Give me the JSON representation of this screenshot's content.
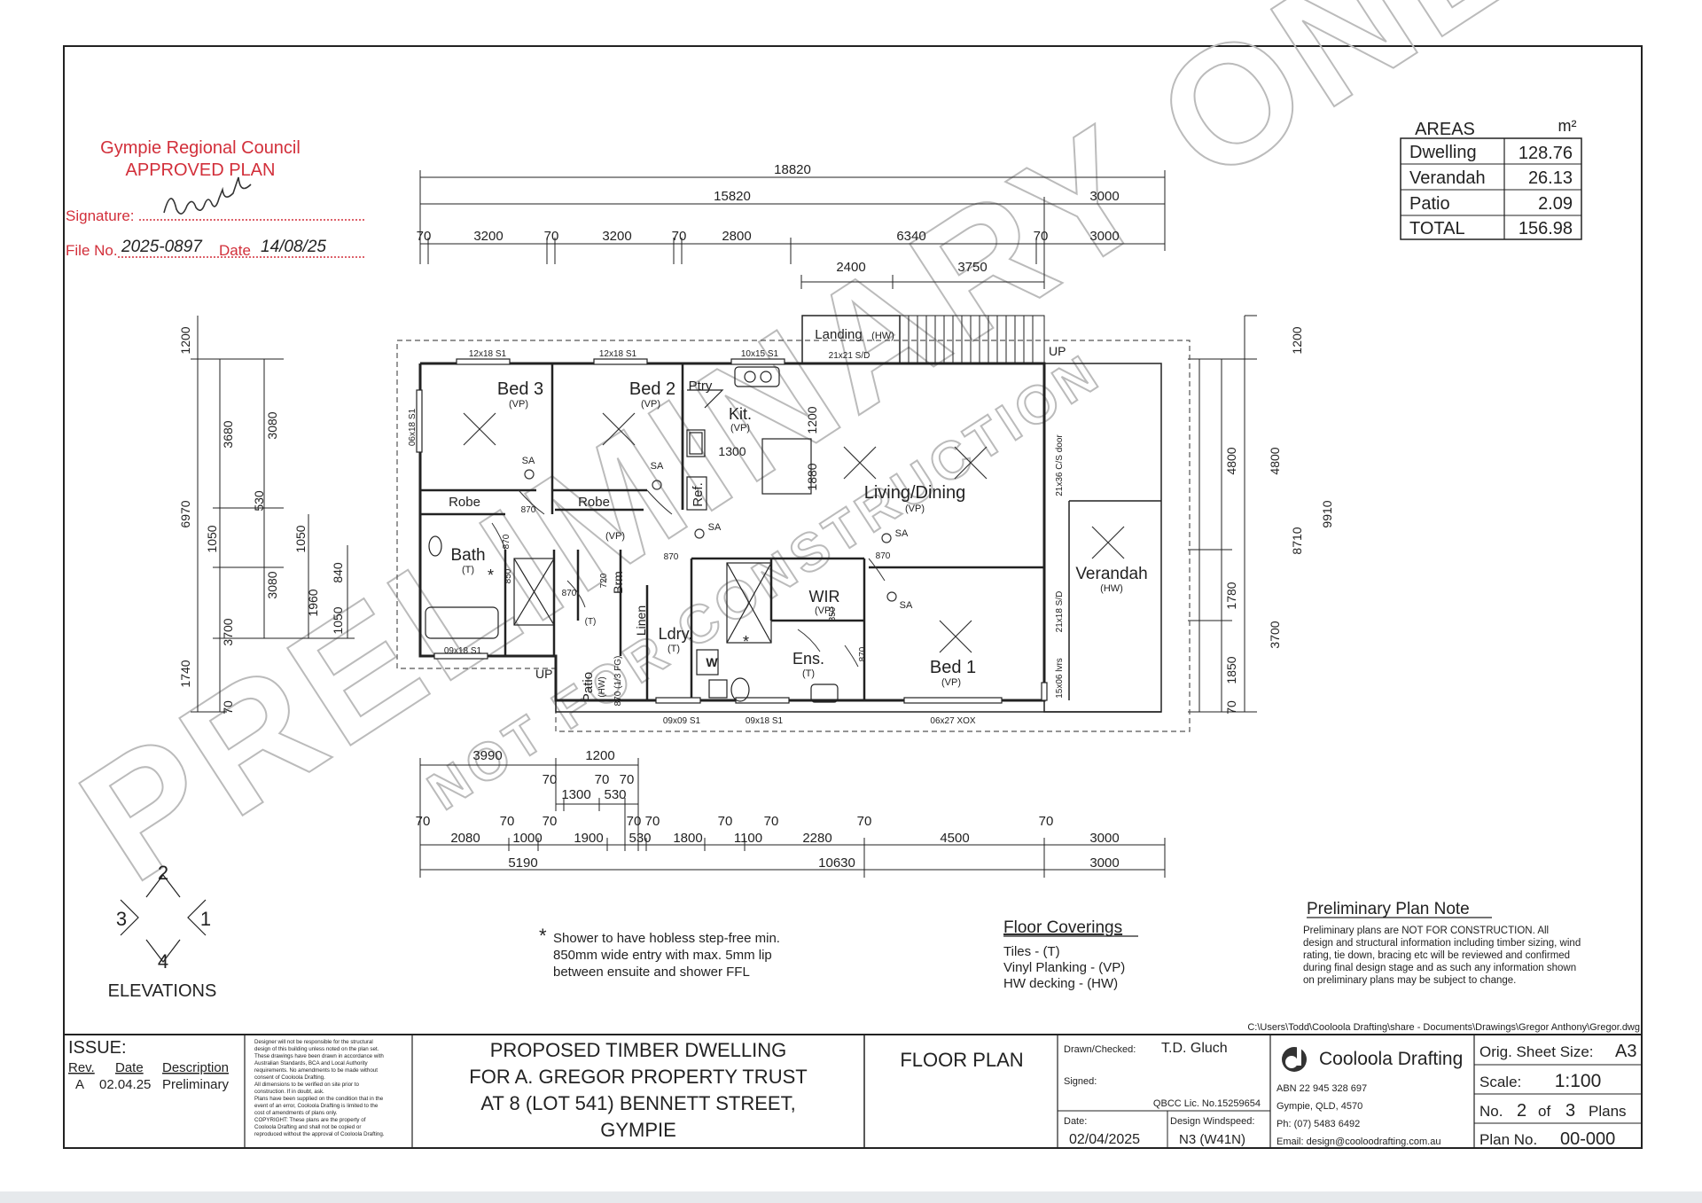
{
  "stamp": {
    "council": "Gympie Regional Council",
    "status": "APPROVED PLAN",
    "signature_label": "Signature:",
    "file_label": "File No.",
    "file_no": "2025-0897",
    "date_label": "Date",
    "date": "14/08/25"
  },
  "watermark": {
    "main": "PRELIMINARY ONLY",
    "sub": "NOT FOR CONSTRUCTION"
  },
  "areas": {
    "title": "AREAS",
    "unit": "m²",
    "rows": [
      {
        "label": "Dwelling",
        "value": "128.76"
      },
      {
        "label": "Verandah",
        "value": "26.13"
      },
      {
        "label": "Patio",
        "value": "2.09"
      },
      {
        "label": "TOTAL",
        "value": "156.98"
      }
    ]
  },
  "dims_top": {
    "overall": "18820",
    "row2": [
      "15820",
      "3000"
    ],
    "row3": [
      "70",
      "3200",
      "70",
      "3200",
      "70",
      "2800",
      "6340",
      "70",
      "3000"
    ],
    "row4": [
      "2400",
      "3750"
    ]
  },
  "dims_bottom": {
    "row1": [
      "3990",
      "1200"
    ],
    "row2": [
      "70",
      "70",
      "70",
      "1300",
      "530"
    ],
    "row3": [
      "70",
      "70",
      "70",
      "70",
      "70",
      "70",
      "70",
      "70"
    ],
    "row3_vals": [
      "2080",
      "1000",
      "1900",
      "530",
      "1800",
      "1100",
      "2280",
      "4500",
      "3000"
    ],
    "row4": [
      "5190",
      "10630",
      "3000"
    ]
  },
  "dims_left": [
    "1200",
    "6970",
    "3680",
    "3080",
    "530",
    "1050",
    "1050",
    "3080",
    "1960",
    "840",
    "1050",
    "3700",
    "1740",
    "70"
  ],
  "dims_right": [
    "1200",
    "9910",
    "8710",
    "4800",
    "4800",
    "1780",
    "3700",
    "1850",
    "70"
  ],
  "rooms": {
    "bed3": "Bed 3",
    "bed3_f": "(VP)",
    "bed2": "Bed 2",
    "bed2_f": "(VP)",
    "ptry": "Ptry",
    "kit": "Kit.",
    "kit_f": "(VP)",
    "living": "Living/Dining",
    "living_f": "(VP)",
    "robe1": "Robe",
    "robe2": "Robe",
    "bath": "Bath",
    "bath_f": "(T)",
    "wir": "WIR",
    "wir_f": "(VP)",
    "ldry": "Ldry.",
    "ldry_f": "(T)",
    "ens": "Ens.",
    "ens_f": "(T)",
    "bed1": "Bed 1",
    "bed1_f": "(VP)",
    "verandah": "Verandah",
    "verandah_f": "(HW)",
    "landing": "Landing",
    "landing_f": "(HW)",
    "patio": "Patio",
    "patio_f": "(HW)",
    "linen": "Linen",
    "brm": "Brm",
    "ref": "Ref.",
    "hall_f": "(VP)",
    "up1": "UP",
    "up2": "UP",
    "sa": "SA",
    "w": "W",
    "wc_t": "(T)"
  },
  "openings": {
    "w1": "12x18 S1",
    "w2": "12x18 S1",
    "w3": "10x15 S1",
    "w4": "21x21 S/D",
    "w5": "06x18 S1",
    "w6": "21x36 C/S door",
    "w7": "21x18 S/D",
    "w8": "15x06 lvrs",
    "w9": "09x18 S1",
    "w10": "09x09 S1",
    "w11": "09x18 S1",
    "w12": "06x27 XOX",
    "d870": "870",
    "d850": "850",
    "d720": "720",
    "d_fg": "870 (1/3 FG)",
    "k1200": "1200",
    "k1300": "1300",
    "k1880": "1880"
  },
  "elevations": {
    "label": "ELEVATIONS",
    "n1": "1",
    "n2": "2",
    "n3": "3",
    "n4": "4"
  },
  "shower_note": {
    "star": "*",
    "lines": [
      "Shower to have hobless step-free min.",
      "850mm wide entry with max. 5mm lip",
      "between ensuite and shower FFL"
    ]
  },
  "floor_coverings": {
    "title": "Floor Coverings",
    "items": [
      "Tiles - (T)",
      "Vinyl Planking - (VP)",
      "HW decking - (HW)"
    ]
  },
  "prelim_note": {
    "title": "Preliminary Plan Note",
    "lines": [
      "Preliminary plans are NOT FOR CONSTRUCTION.  All",
      "design and structural information including timber sizing, wind",
      "rating, tie down, bracing etc will be reviewed and confirmed",
      "during final design stage and as such any information shown",
      "on preliminary plans may be subject to change."
    ]
  },
  "file_path": "C:\\Users\\Todd\\Cooloola Drafting\\share - Documents\\Drawings\\Gregor Anthony\\Gregor.dwg",
  "title_block": {
    "issue": "ISSUE:",
    "hdr_rev": "Rev.",
    "hdr_date": "Date",
    "hdr_desc": "Description",
    "rev": "A",
    "rev_date": "02.04.25",
    "rev_desc": "Preliminary",
    "disclaimer": [
      "Designer will not be responsible for the structural",
      "design of this building unless noted on the plan set.",
      "These drawings have been drawn in accordance with",
      "Australian Standards, BCA and Local Authority",
      "requirements.  No amendments to be made without",
      "consent of Cooloola Drafting.",
      "All dimensions to be verified on site prior to",
      "construction.  If in doubt, ask.",
      "Plans have been supplied on the condition that in the",
      "event of an error, Cooloola Drafting is limited to the",
      "cost of amendments of plans only.",
      "COPYRIGHT: These plans are the property of",
      "Cooloola Drafting and shall not be copied or",
      "reproduced without the approval of Cooloola Drafting."
    ],
    "project": [
      "PROPOSED TIMBER DWELLING",
      "FOR A. GREGOR PROPERTY TRUST",
      "AT 8 (LOT 541) BENNETT STREET,",
      "GYMPIE"
    ],
    "drawing": "FLOOR PLAN",
    "drawn_label": "Drawn/Checked:",
    "drawn": "T.D. Gluch",
    "signed_label": "Signed:",
    "qbcc": "QBCC Lic. No.15259654",
    "date_label": "Date:",
    "date": "02/04/2025",
    "wind_label": "Design Windspeed:",
    "wind": "N3  (W41N)",
    "company": "Cooloola Drafting",
    "abn": "ABN 22 945 328 697",
    "address": "Gympie, QLD, 4570",
    "phone": "Ph: (07) 5483 6492",
    "email": "Email: design@cooloodrafting.com.au",
    "sheet_size_label": "Orig. Sheet Size:",
    "sheet_size": "A3",
    "scale_label": "Scale:",
    "scale": "1:100",
    "no_label": "No.",
    "no": "2",
    "of_label": "of",
    "of": "3",
    "plans_label": "Plans",
    "plan_no_label": "Plan No.",
    "plan_no": "00-000"
  }
}
